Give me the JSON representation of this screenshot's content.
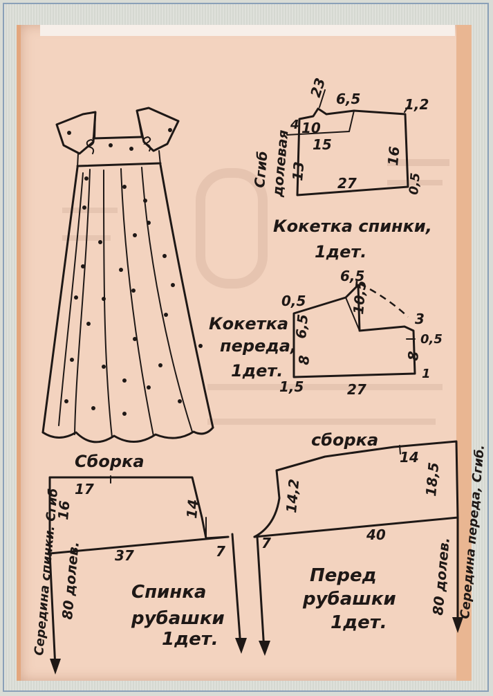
{
  "back_yoke": {
    "label": "Кокетка спинки,",
    "count": "1дет.",
    "fold": [
      "Сгиб",
      "долевая"
    ],
    "dims": [
      "23",
      "6,5",
      "1,2",
      "4",
      "10",
      "15",
      "13",
      "16",
      "27",
      "0,5"
    ]
  },
  "front_yoke": {
    "label": [
      "Кокетка",
      "переда,"
    ],
    "count": "1дет.",
    "dims": [
      "6,5",
      "0,5",
      "6,5",
      "10,5",
      "3",
      "0,5",
      "8",
      "8",
      "1",
      "1,5",
      "27"
    ]
  },
  "back_bodice": {
    "gather": "Сборка",
    "fold": "Середина спинки. Сгиб",
    "grain": "80 долев.",
    "label": [
      "Спинка",
      "рубашки",
      "1дет."
    ],
    "dims": [
      "17",
      "16",
      "14",
      "37",
      "7"
    ]
  },
  "front_bodice": {
    "gather": "сборка",
    "fold": "Середина переда, Сгиб.",
    "grain": "80 долев.",
    "label": [
      "Перед",
      "рубашки",
      "1дет."
    ],
    "dims": [
      "14",
      "14,2",
      "18,5",
      "40",
      "7"
    ]
  },
  "colors": {
    "paper": "#f3d3bf",
    "ink": "#1e1816",
    "border": "#8aa0b8"
  }
}
